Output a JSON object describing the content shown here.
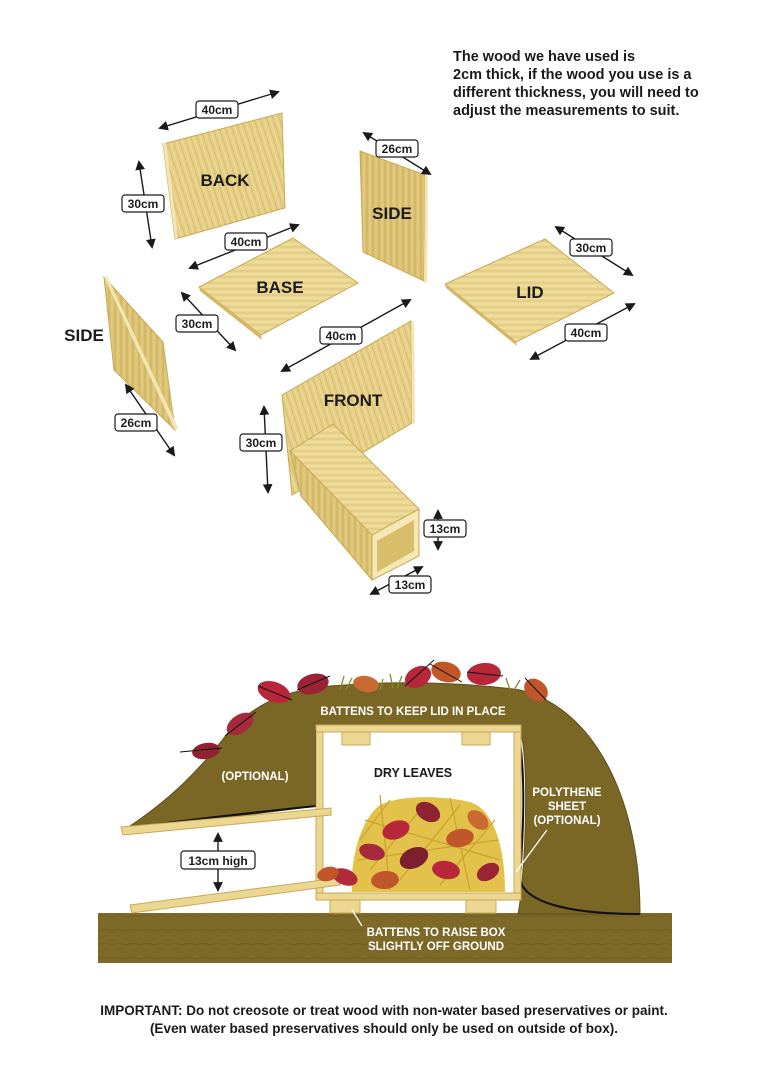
{
  "note": {
    "line1": "The wood we have used is",
    "line2": "2cm thick, if the wood you use is a",
    "line3": "different thickness, you will need to",
    "line4": "adjust the measurements to suit."
  },
  "panels": {
    "back": "BACK",
    "side_right": "SIDE",
    "base": "BASE",
    "lid": "LID",
    "side_left": "SIDE",
    "front": "FRONT"
  },
  "dimensions": {
    "back_width": "40cm",
    "back_height": "30cm",
    "side_right_depth": "26cm",
    "base_width": "40cm",
    "base_depth": "30cm",
    "lid_depth": "30cm",
    "lid_width": "40cm",
    "side_left_depth": "26cm",
    "front_width": "40cm",
    "front_height": "30cm",
    "tunnel_height": "13cm",
    "tunnel_width": "13cm"
  },
  "cross_section": {
    "battens_top": "BATTENS TO KEEP LID IN PLACE",
    "optional": "(OPTIONAL)",
    "dry_leaves": "DRY LEAVES",
    "polythene_1": "POLYTHENE",
    "polythene_2": "SHEET",
    "polythene_3": "(OPTIONAL)",
    "entrance_height": "13cm high",
    "battens_bottom_1": "BATTENS TO RAISE BOX",
    "battens_bottom_2": "SLIGHTLY OFF GROUND"
  },
  "footer": {
    "important": "IMPORTANT:",
    "line1_rest": " Do not creosote or treat wood with non-water based preservatives or paint.",
    "line2": "(Even water based preservatives should only be used on outside of box)."
  },
  "colors": {
    "wood_light": "#efdc9a",
    "wood_mid": "#dcc274",
    "wood_dark": "#c9a955",
    "earth": "#7e6a28",
    "earth_dark": "#5f4f1c",
    "leaf_red": "#b8263a",
    "leaf_orange": "#c2562b",
    "straw": "#e2c24a"
  }
}
